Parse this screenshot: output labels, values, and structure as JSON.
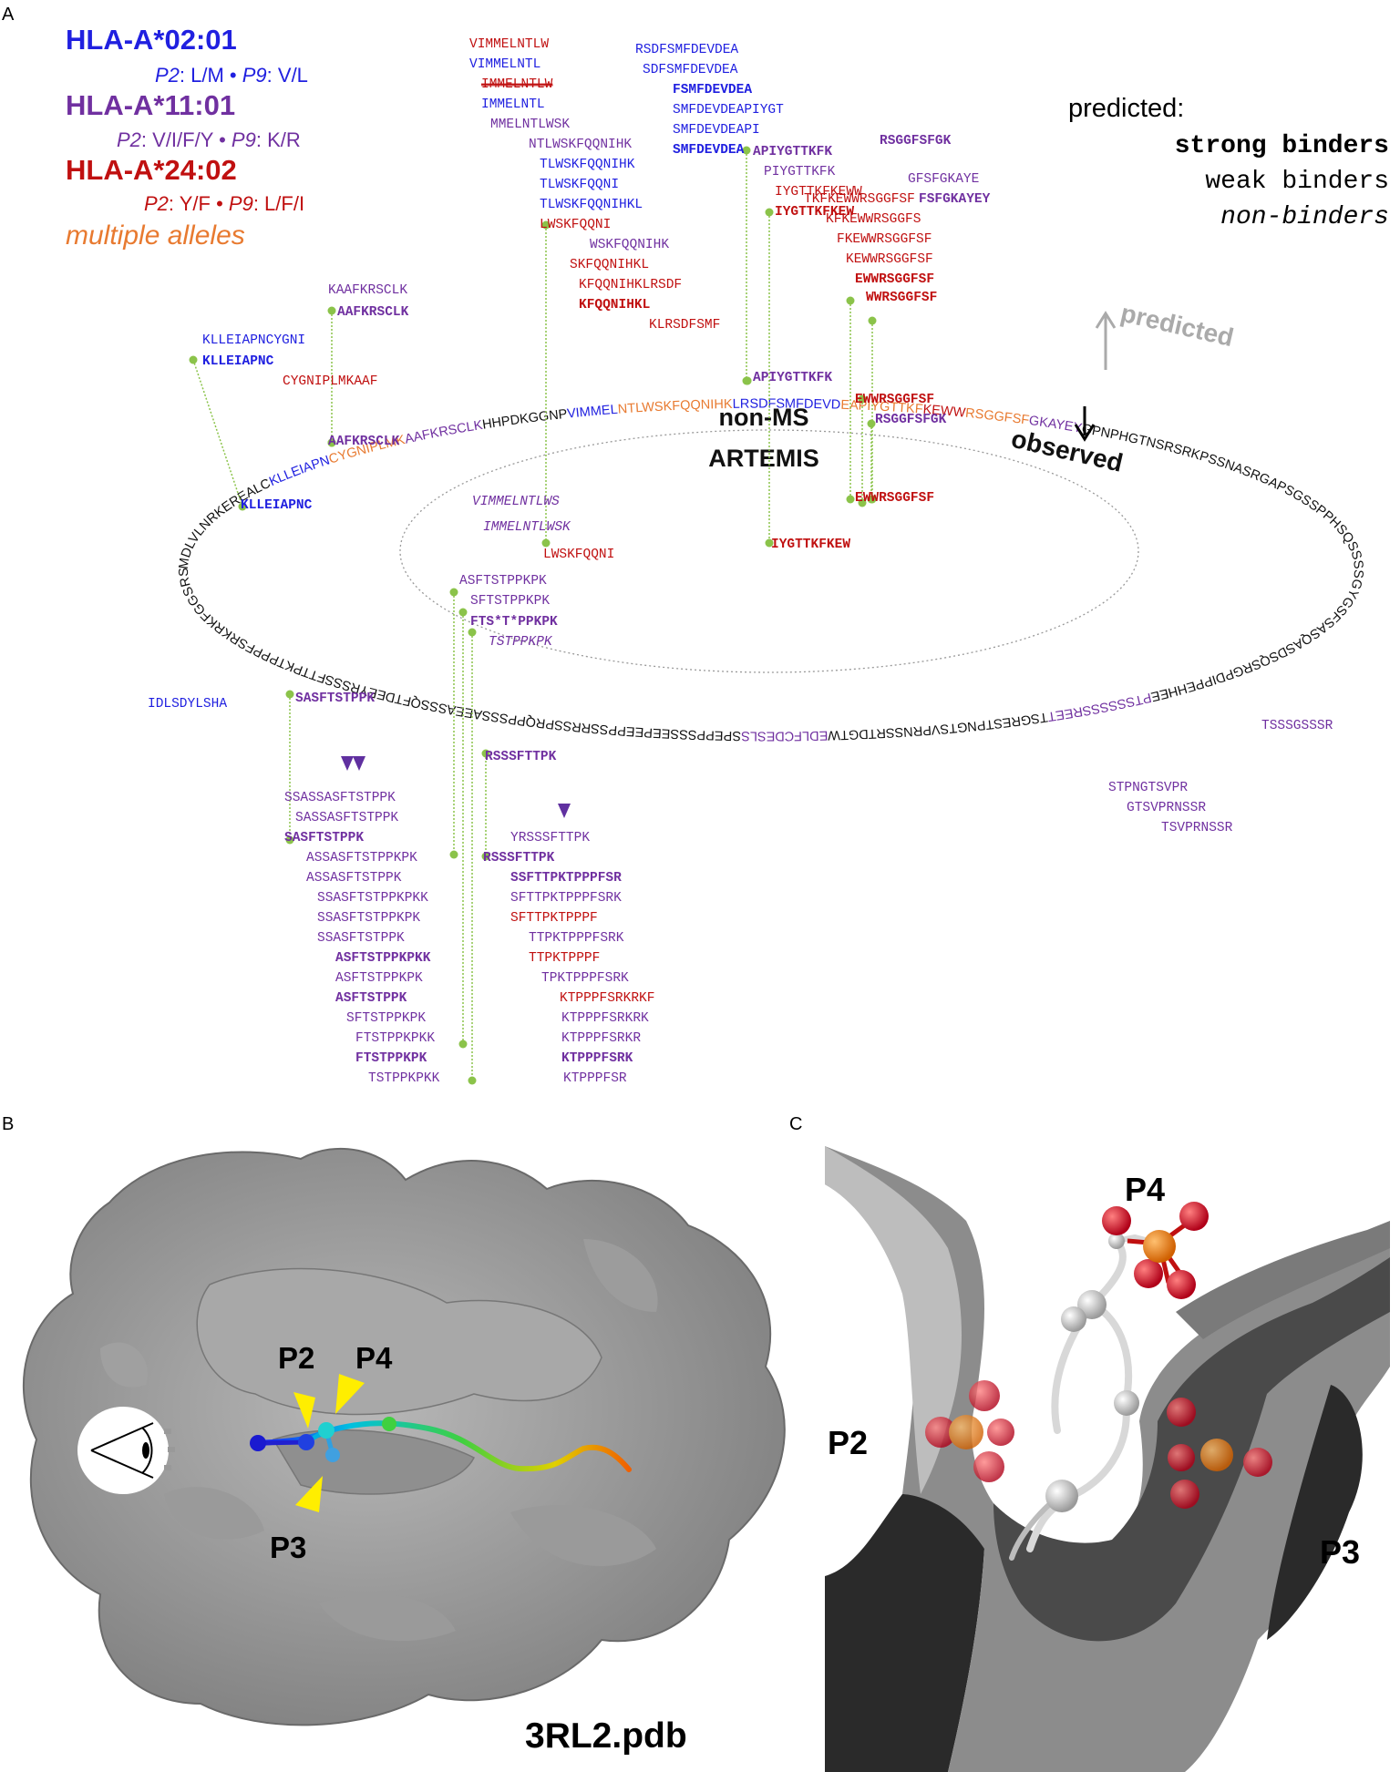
{
  "panels": {
    "a": "A",
    "b": "B",
    "c": "C"
  },
  "colors": {
    "a0201": "#2020e0",
    "a1101": "#7030a0",
    "a2402": "#c01010",
    "multi": "#e87a30",
    "black": "#111111",
    "grey": "#aaaaaa",
    "green": "#8bc34a"
  },
  "legend": {
    "alleles": [
      {
        "name": "HLA-A*02:01",
        "motif_p2": "P2",
        "motif_p2_val": ": L/M • ",
        "motif_p9": "P9",
        "motif_p9_val": ": V/L"
      },
      {
        "name": "HLA-A*11:01",
        "motif_p2": "P2",
        "motif_p2_val": ": V/I/F/Y • ",
        "motif_p9": "P9",
        "motif_p9_val": ": K/R"
      },
      {
        "name": "HLA-A*24:02",
        "motif_p2": "P2",
        "motif_p2_val": ": Y/F • ",
        "motif_p9": "P9",
        "motif_p9_val": ": L/F/I"
      }
    ],
    "multiple": "multiple alleles"
  },
  "key": {
    "title": "predicted:",
    "strong": "strong binders",
    "weak": "weak binders",
    "non": "non-binders"
  },
  "ring": {
    "predicted": "predicted",
    "observed": "observed",
    "center1": "non-MS",
    "center2": "ARTEMIS",
    "seq_top_left": "MDLVLNRKEREALCKLLEIAPNCYGNIPLMKAAFKRSCLKHHPDKGGNPVIMMELNTLWSKFQQNIHKLRSDFSMFDEVDEAPIYGTTKFKEWWRSGGFSFGKAYEYGPNPHGTNSRSRKPSSNASRGAPSGSSPPHSQSSSSGYGSFSASQASDSQSRGPDIPPEHHEEPTSSSSSSREETTSGRESTPNGTSVPRNSSRTDGTWEDLFCDESLSSPEPPSSSEEPEEPPSSRRSSPRQPPSSSAEEASSSQFTDEEYRSSSFTTPKTPPPFSRKRKFGGSRSSASSASSAFTSTPPKKNREPVPTDLDSDYLSHAY..."
  },
  "peptides": [
    {
      "t": "VIMMELNTLW",
      "c": "a2402",
      "s": "w"
    },
    {
      "t": "VIMMELNTL",
      "c": "a0201",
      "s": "w"
    },
    {
      "t": "IMMELNTLW",
      "c": "a2402",
      "s": "strike"
    },
    {
      "t": "IMMELNTL",
      "c": "a0201",
      "s": "w"
    },
    {
      "t": "MMELNTLWSK",
      "c": "a1101",
      "s": "w"
    },
    {
      "t": "NTLWSKFQQNIHK",
      "c": "a1101",
      "s": "w"
    },
    {
      "t": "TLWSKFQQNIHK",
      "c": "a0201",
      "s": "w"
    },
    {
      "t": "TLWSKFQQNI",
      "c": "a0201",
      "s": "w"
    },
    {
      "t": "TLWSKFQQNIHKL",
      "c": "a0201",
      "s": "w"
    },
    {
      "t": "LWSKFQQNI",
      "c": "a2402",
      "s": "w"
    },
    {
      "t": "WSKFQQNIHK",
      "c": "a1101",
      "s": "w"
    },
    {
      "t": "SKFQQNIHKL",
      "c": "a2402",
      "s": "w"
    },
    {
      "t": "KFQQNIHKLRSDF",
      "c": "a2402",
      "s": "w"
    },
    {
      "t": "KFQQNIHKL",
      "c": "a2402",
      "s": "s"
    },
    {
      "t": "KLRSDFSMF",
      "c": "a2402",
      "s": "w"
    },
    {
      "t": "RSDFSMFDEVDEA",
      "c": "a0201",
      "s": "w"
    },
    {
      "t": "SDFSMFDEVDEA",
      "c": "a0201",
      "s": "w"
    },
    {
      "t": "FSMFDEVDEA",
      "c": "a0201",
      "s": "s"
    },
    {
      "t": "SMFDEVDEAPIYGT",
      "c": "a0201",
      "s": "w"
    },
    {
      "t": "SMFDEVDEAPI",
      "c": "a0201",
      "s": "w"
    },
    {
      "t": "SMFDEVDEA",
      "c": "a0201",
      "s": "s"
    },
    {
      "t": "APIYGTTKFK",
      "c": "a1101",
      "s": "s"
    },
    {
      "t": "PIYGTTKFK",
      "c": "a1101",
      "s": "w"
    },
    {
      "t": "IYGTTKFKEWW",
      "c": "a2402",
      "s": "w"
    },
    {
      "t": "IYGTTKFKEW",
      "c": "a2402",
      "s": "s"
    },
    {
      "t": "RSGGFSFGK",
      "c": "a1101",
      "s": "s"
    },
    {
      "t": "GFSFGKAYE",
      "c": "a1101",
      "s": "w"
    },
    {
      "t": "FSFGKAYEY",
      "c": "a1101",
      "s": "s"
    },
    {
      "t": "TKFKEWWRSGGFSF",
      "c": "a2402",
      "s": "w"
    },
    {
      "t": "KFKEWWRSGGFS",
      "c": "a2402",
      "s": "w"
    },
    {
      "t": "FKEWWRSGGFSF",
      "c": "a2402",
      "s": "w"
    },
    {
      "t": "KEWWRSGGFSF",
      "c": "a2402",
      "s": "w"
    },
    {
      "t": "EWWRSGGFSF",
      "c": "a2402",
      "s": "s"
    },
    {
      "t": "WWRSGGFSF",
      "c": "a2402",
      "s": "s"
    },
    {
      "t": "KAAFKRSCLK",
      "c": "a1101",
      "s": "w"
    },
    {
      "t": "AAFKRSCLK",
      "c": "a1101",
      "s": "s"
    },
    {
      "t": "KLLEIAPNCYGNI",
      "c": "a0201",
      "s": "w"
    },
    {
      "t": "KLLEIAPNC",
      "c": "a0201",
      "s": "s"
    },
    {
      "t": "CYGNIPLMKAAF",
      "c": "a2402",
      "s": "w"
    },
    {
      "t": "APIYGTTKFK",
      "c": "a1101",
      "s": "s"
    },
    {
      "t": "EWWRSGGFSF",
      "c": "a2402",
      "s": "s"
    },
    {
      "t": "RSGGFSFGK",
      "c": "a1101",
      "s": "s"
    },
    {
      "t": "AAFKRSCLK",
      "c": "a1101",
      "s": "s"
    },
    {
      "t": "EWWRSGGFSF",
      "c": "a2402",
      "s": "s"
    },
    {
      "t": "KLLEIAPNC",
      "c": "a0201",
      "s": "s"
    },
    {
      "t": "VIMMELNTLWS",
      "c": "a1101",
      "s": "n"
    },
    {
      "t": "IMMELNTLWSK",
      "c": "a1101",
      "s": "n"
    },
    {
      "t": "LWSKFQQNI",
      "c": "a2402",
      "s": "w"
    },
    {
      "t": "IYGTTKFKEW",
      "c": "a2402",
      "s": "s"
    },
    {
      "t": "ASFTSTPPKPK",
      "c": "a1101",
      "s": "w"
    },
    {
      "t": "SFTSTPPKPK",
      "c": "a1101",
      "s": "w"
    },
    {
      "t": "FTS*T*PPKPK",
      "c": "a1101",
      "s": "s"
    },
    {
      "t": "TSTPPKPK",
      "c": "a1101",
      "s": "n"
    },
    {
      "t": "SASFTSTPPK",
      "c": "a1101",
      "s": "s"
    },
    {
      "t": "IDLSDYLSHA",
      "c": "a0201",
      "s": "w"
    },
    {
      "t": "RSSSFTTPK",
      "c": "a1101",
      "s": "s"
    },
    {
      "t": "TSSSGSSSR",
      "c": "a1101",
      "s": "w"
    },
    {
      "t": "STPNGTSVPR",
      "c": "a1101",
      "s": "w"
    },
    {
      "t": "GTSVPRNSSR",
      "c": "a1101",
      "s": "w"
    },
    {
      "t": "TSVPRNSSR",
      "c": "a1101",
      "s": "w"
    },
    {
      "t": "SSASSASFTSTPPK",
      "c": "a1101",
      "s": "w"
    },
    {
      "t": "SASSASFTSTPPK",
      "c": "a1101",
      "s": "w"
    },
    {
      "t": "SASFTSTPPK",
      "c": "a1101",
      "s": "s"
    },
    {
      "t": "ASSASFTSTPPKPK",
      "c": "a1101",
      "s": "w"
    },
    {
      "t": "ASSASFTSTPPK",
      "c": "a1101",
      "s": "w"
    },
    {
      "t": "SSASFTSTPPKPKK",
      "c": "a1101",
      "s": "w"
    },
    {
      "t": "SSASFTSTPPKPK",
      "c": "a1101",
      "s": "w"
    },
    {
      "t": "SSASFTSTPPK",
      "c": "a1101",
      "s": "w"
    },
    {
      "t": "ASFTSTPPKPKK",
      "c": "a1101",
      "s": "s"
    },
    {
      "t": "ASFTSTPPKPK",
      "c": "a1101",
      "s": "w"
    },
    {
      "t": "ASFTSTPPK",
      "c": "a1101",
      "s": "s"
    },
    {
      "t": "SFTSTPPKPK",
      "c": "a1101",
      "s": "w"
    },
    {
      "t": "FTSTPPKPKK",
      "c": "a1101",
      "s": "w"
    },
    {
      "t": "FTSTPPKPK",
      "c": "a1101",
      "s": "s"
    },
    {
      "t": "TSTPPKPKK",
      "c": "a1101",
      "s": "w"
    },
    {
      "t": "YRSSSFTTPK",
      "c": "a1101",
      "s": "w"
    },
    {
      "t": "RSSSFTTPK",
      "c": "a1101",
      "s": "s"
    },
    {
      "t": "SSFTTPKTPPPFSR",
      "c": "a1101",
      "s": "s"
    },
    {
      "t": "SFTTPKTPPPFSRK",
      "c": "a1101",
      "s": "w"
    },
    {
      "t": "SFTTPKTPPPF",
      "c": "a2402",
      "s": "w"
    },
    {
      "t": "TTPKTPPPFSRK",
      "c": "a1101",
      "s": "w"
    },
    {
      "t": "TTPKTPPPF",
      "c": "a2402",
      "s": "w"
    },
    {
      "t": "TPKTPPPFSRK",
      "c": "a1101",
      "s": "w"
    },
    {
      "t": "KTPPPFSRKRKF",
      "c": "a2402",
      "s": "w"
    },
    {
      "t": "KTPPPFSRKRK",
      "c": "a1101",
      "s": "w"
    },
    {
      "t": "KTPPPFSRKR",
      "c": "a1101",
      "s": "w"
    },
    {
      "t": "KTPPPFSRK",
      "c": "a1101",
      "s": "s"
    },
    {
      "t": "KTPPPFSR",
      "c": "a1101",
      "s": "w"
    }
  ],
  "panel_b": {
    "p2": "P2",
    "p3": "P3",
    "p4": "P4",
    "pdb": "3RL2.pdb"
  },
  "panel_c": {
    "p2": "P2",
    "p3": "P3",
    "p4": "P4"
  }
}
